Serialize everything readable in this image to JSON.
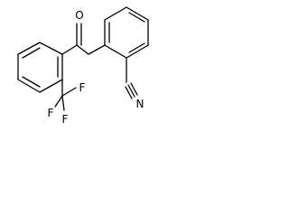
{
  "molecule": {
    "atoms": {
      "oxygen": "O",
      "nitrogen": "N",
      "fluorine_top": "F",
      "fluorine_left": "F",
      "fluorine_bottom": "F"
    }
  }
}
